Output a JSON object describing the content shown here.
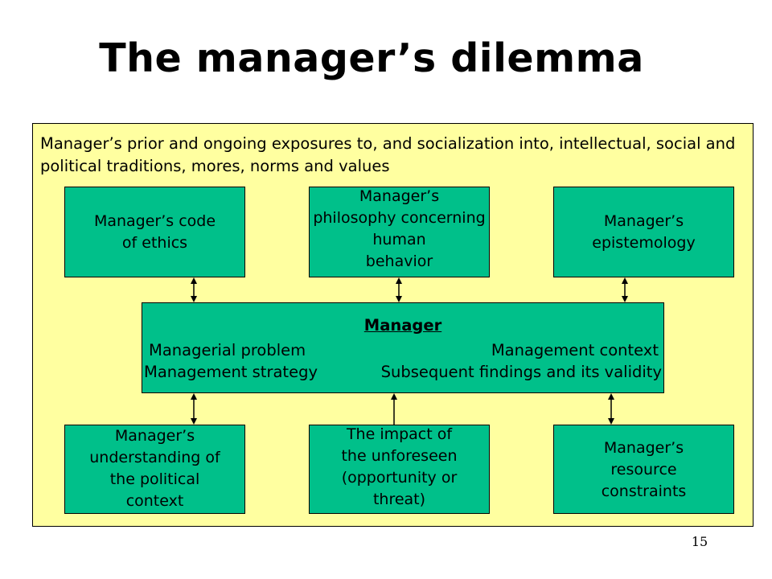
{
  "title": "The manager’s dilemma",
  "context_text": "Manager’s prior and ongoing exposures to, and socialization into, intellectual, social and political traditions, mores, norms and values",
  "top_boxes": {
    "ethics": "Manager’s code\nof ethics",
    "philosophy": "Manager’s\nphilosophy concerning\nhuman\nbehavior",
    "epistemology": "Manager’s\nepistemology"
  },
  "manager": {
    "title": "Manager",
    "problem": "Managerial problem",
    "context": "Management context",
    "strategy": "Management strategy",
    "findings": "Subsequent findings and its validity"
  },
  "bottom_boxes": {
    "political": "Manager’s\nunderstanding of\nthe political\ncontext",
    "unforeseen": "The impact of\nthe unforeseen\n(opportunity or\nthreat)",
    "resources": "Manager’s\nresource\nconstraints"
  },
  "page_number": "15",
  "colors": {
    "panel": "#ffffa0",
    "box": "#00c08a",
    "line": "#000000"
  }
}
